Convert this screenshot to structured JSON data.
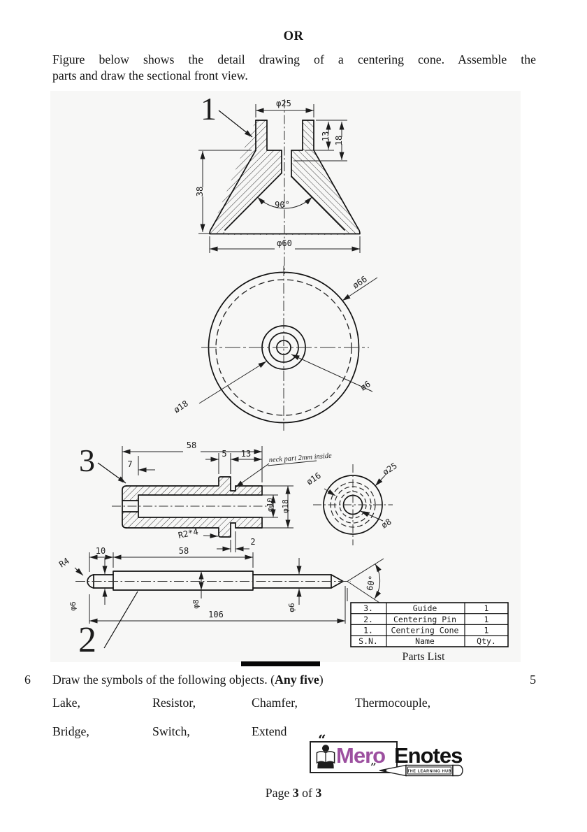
{
  "header": {
    "or": "OR",
    "intro_line1": "Figure below shows the detail drawing of a centering cone. Assemble the",
    "intro_line2": "parts and draw the sectional front view."
  },
  "figure": {
    "labels": {
      "cone": "1",
      "pin": "2",
      "guide": "3"
    },
    "cone": {
      "dia_top": "φ25",
      "depth1": "13",
      "depth2": "18",
      "height": "38",
      "angle": "90°",
      "dia_base": "φ60"
    },
    "top_view": {
      "dia_outer": "ø66",
      "dia_mid": "ø18",
      "dia_hole": "ø6"
    },
    "guide": {
      "length": "58",
      "lug_w": "5",
      "end_len": "13",
      "note": "neck part 2mm inside",
      "cap_len": "7",
      "bore": "φ10",
      "od": "φ18",
      "fillet": "R2*4",
      "groove_w": "2"
    },
    "guide_view": {
      "d16": "ø16",
      "d25": "ø25",
      "d8": "ø8"
    },
    "pin": {
      "radius": "R4",
      "step_len": "10",
      "mid_len": "58",
      "d6_left": "φ6",
      "d8": "φ8",
      "total_len": "106",
      "d6_right": "φ6",
      "tip_angle": "60°"
    },
    "table": {
      "rows": [
        {
          "sn": "3.",
          "name": "Guide",
          "qty": "1"
        },
        {
          "sn": "2.",
          "name": "Centering Pin",
          "qty": "1"
        },
        {
          "sn": "1.",
          "name": "Centering Cone",
          "qty": "1"
        },
        {
          "sn": "S.N.",
          "name": "Name",
          "qty": "Qty."
        }
      ],
      "caption": "Parts List"
    }
  },
  "question": {
    "number": "6",
    "prefix": "Draw the symbols of the following objects. (",
    "bold": "Any five",
    "suffix": ")",
    "marks": "5",
    "row1": [
      "Lake,",
      "Resistor,",
      "Chamfer,",
      "Thermocouple,"
    ],
    "row2": [
      "Bridge,",
      "Switch,",
      "Extend"
    ]
  },
  "logo": {
    "quote_open": "“",
    "mero": "Mero",
    "enotes": "Enotes",
    "tagline": "THE LEARNING HUB",
    "quote_close": "”"
  },
  "footer": {
    "prefix": "Page ",
    "page": "3",
    "middle": " of ",
    "total": "3"
  }
}
